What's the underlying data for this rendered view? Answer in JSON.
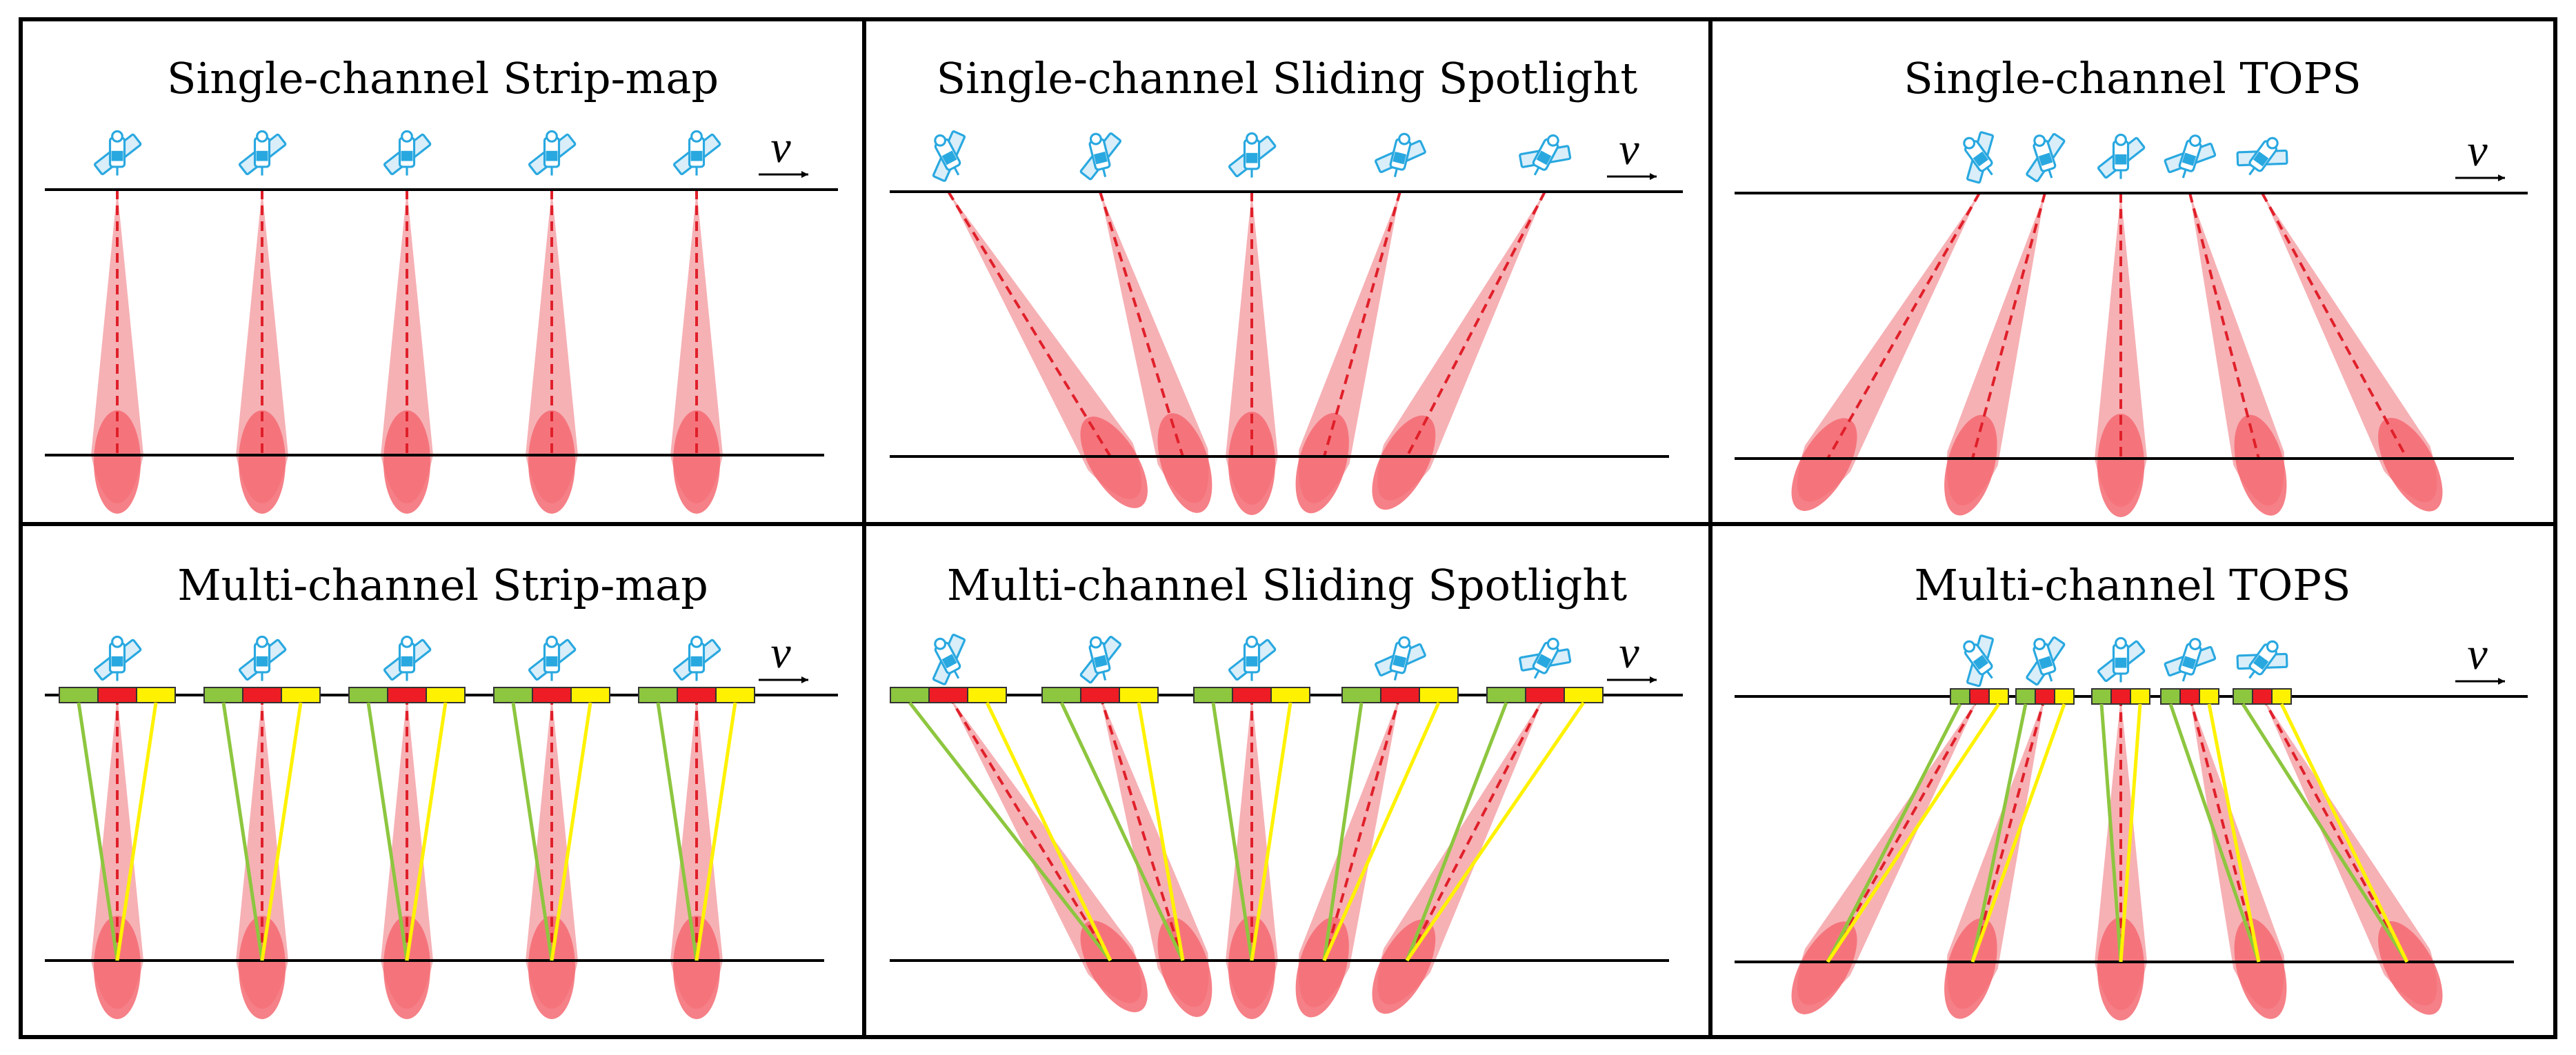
{
  "panels": [
    {
      "id": "sc-strip",
      "title": "Single-channel Strip-map",
      "mode": "strip",
      "multi": false
    },
    {
      "id": "sc-sliding",
      "title": "Single-channel Sliding Spotlight",
      "mode": "sliding",
      "multi": false
    },
    {
      "id": "sc-tops",
      "title": "Single-channel TOPS",
      "mode": "tops",
      "multi": false
    },
    {
      "id": "mc-strip",
      "title": "Multi-channel Strip-map",
      "mode": "strip",
      "multi": true
    },
    {
      "id": "mc-sliding",
      "title": "Multi-channel Sliding Spotlight",
      "mode": "sliding",
      "multi": true
    },
    {
      "id": "mc-tops",
      "title": "Multi-channel TOPS",
      "mode": "tops",
      "multi": true
    }
  ],
  "velocity_label": "v",
  "colors": {
    "beam": "#f4a3a8",
    "footprint": "#f46a72",
    "centerline": "#e0202a",
    "channel_left": "#8dc63f",
    "channel_center": "#ee1c24",
    "channel_right": "#fff200",
    "satellite_body": "#29a8e0"
  },
  "icons": [
    "satellite-icon",
    "velocity-arrow-icon"
  ]
}
